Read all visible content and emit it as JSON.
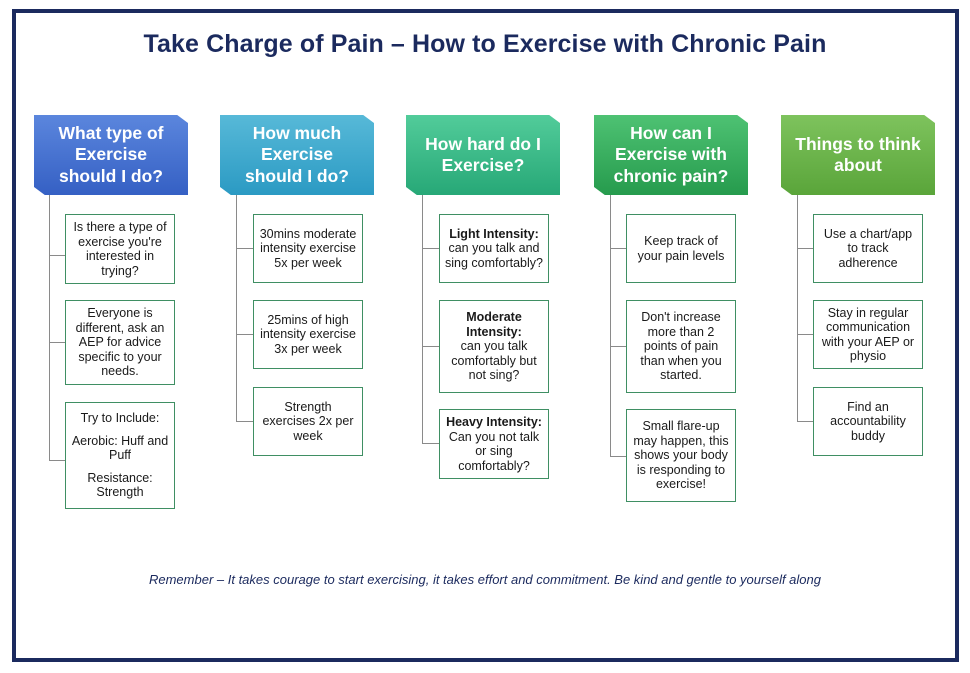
{
  "title": "Take Charge of Pain – How to Exercise with Chronic Pain",
  "colors": {
    "title": "#1b2a5e",
    "frame": "#1b2a5e",
    "box_border": "#3f8f63",
    "header_blue": "#4a76d4",
    "header_teal": "#3aa8cf",
    "header_green1": "#34b987",
    "header_green2": "#35ad5e",
    "header_lime": "#6ab54b"
  },
  "columns": [
    {
      "header": "What type of\nExercise\nshould I do?",
      "items": [
        {
          "text": "Is there a type of exercise you're interested in trying?"
        },
        {
          "text": "Everyone is different, ask an AEP for advice specific to your needs."
        },
        {
          "label": "Try to Include:",
          "line1": "Aerobic: Huff and Puff",
          "line2": "Resistance: Strength"
        }
      ]
    },
    {
      "header": "How much\nExercise\nshould I do?",
      "items": [
        {
          "text": "30mins moderate intensity exercise 5x per week"
        },
        {
          "text": "25mins of high intensity exercise 3x per week"
        },
        {
          "text": "Strength exercises 2x per week"
        }
      ]
    },
    {
      "header": "How hard do I\nExercise?",
      "items": [
        {
          "bold": "Light Intensity:",
          "text": "can you talk and sing comfortably?"
        },
        {
          "bold": "Moderate Intensity:",
          "text": "can you talk comfortably but not sing?"
        },
        {
          "bold": "Heavy Intensity:",
          "text": "Can you not talk or sing comfortably?"
        }
      ]
    },
    {
      "header": "How can I\nExercise with\nchronic pain?",
      "items": [
        {
          "text": "Keep track of your pain levels"
        },
        {
          "text": "Don't increase more than 2 points of pain than when you started."
        },
        {
          "text": "Small flare-up may happen, this shows your body is responding to exercise!"
        }
      ]
    },
    {
      "header": "Things to think\nabout",
      "items": [
        {
          "text": "Use a chart/app to track adherence"
        },
        {
          "text": "Stay in regular communication with your AEP or physio"
        },
        {
          "text": "Find an accountability buddy"
        }
      ]
    }
  ],
  "footer": "Remember – It takes courage to start exercising, it takes effort and commitment. Be kind and gentle to yourself along"
}
